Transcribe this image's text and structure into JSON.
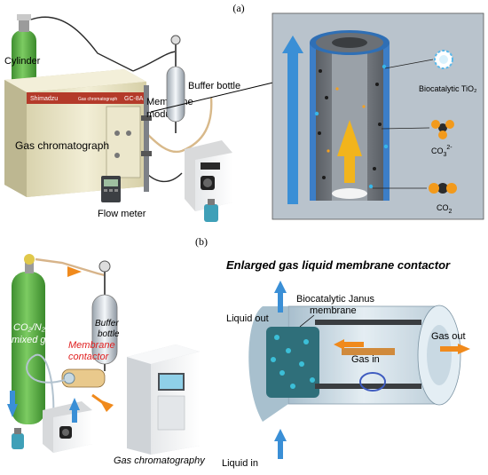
{
  "panels": {
    "a": {
      "tag": "(a)",
      "labels": {
        "cylinder": "Cylinder",
        "gas_chromatograph": "Gas chromatograph",
        "buffer_bottle": "Buffer bottle",
        "membrane_module_l1": "Membrane",
        "membrane_module_l2": "module",
        "flow_meter": "Flow meter",
        "gc_brand": "Shimadzu",
        "gc_model": "GC-8A",
        "gc_name": "Gas chromatograph"
      },
      "inset_labels": {
        "biocatalytic_tio2": "Biocatalytic TiO₂",
        "co3_base": "CO",
        "co3_sub": "3",
        "co3_sup": "2-",
        "co2_base": "CO",
        "co2_sub": "2"
      }
    },
    "b": {
      "tag": "(b)",
      "title": "Enlarged gas liquid membrane contactor",
      "labels": {
        "mixed_gas_l1": "CO₂/N₂",
        "mixed_gas_l2": "mixed gas",
        "buffer_bottle_l1": "Buffer",
        "buffer_bottle_l2": "bottle",
        "membrane_contactor_l1": "Membrane",
        "membrane_contactor_l2": "contactor",
        "gas_chromatography": "Gas chromatography",
        "liquid_out": "Liquid out",
        "liquid_in": "Liquid in",
        "janus_l1": "Biocatalytic Janus",
        "janus_l2": "membrane",
        "gas_in": "Gas in",
        "gas_out": "Gas out"
      }
    }
  },
  "colors": {
    "cylinder": "#5cb046",
    "gc_body": "#e8e3c4",
    "gc_stripe": "#b43a2a",
    "inset_bg": "#b8c2cc",
    "membrane_wall": "#6f747a",
    "blue_arrow": "#3a8fd6",
    "yellow_arrow": "#f2b41c",
    "orange_arrow": "#f08a1c",
    "contactor_red": "#e02020"
  }
}
